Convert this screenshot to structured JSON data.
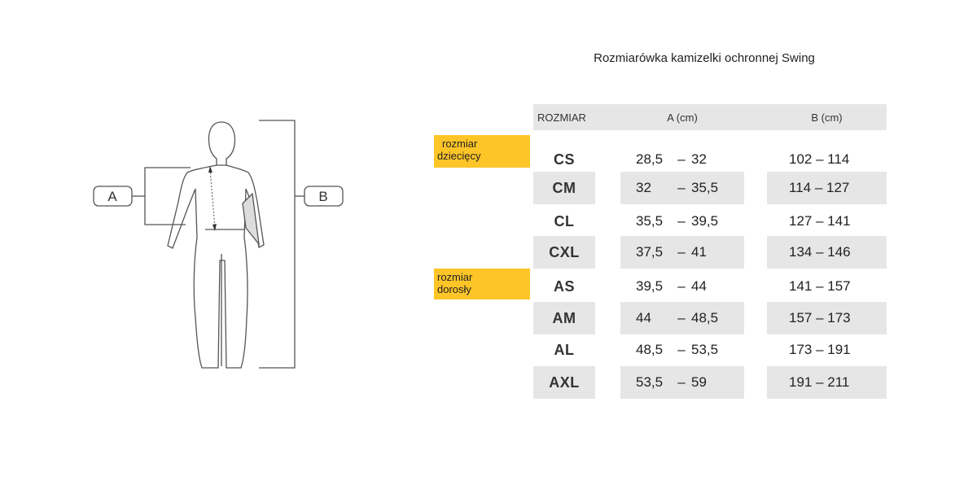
{
  "title": "Rozmiarówka kamizelki ochronnej Swing",
  "figure": {
    "label_a": "A",
    "label_b": "B"
  },
  "tags": {
    "child": [
      "rozmiar",
      "dziecięcy"
    ],
    "adult": [
      "rozmiar",
      "dorosły"
    ]
  },
  "table": {
    "headers": [
      "ROZMIAR",
      "A (cm)",
      "B (cm)"
    ],
    "rows": [
      {
        "size": "CS",
        "a_min": "28,5",
        "a_max": "32",
        "b": "102 – 114"
      },
      {
        "size": "CM",
        "a_min": "32",
        "a_max": "35,5",
        "b": "114 – 127"
      },
      {
        "size": "CL",
        "a_min": "35,5",
        "a_max": "39,5",
        "b": "127 – 141"
      },
      {
        "size": "CXL",
        "a_min": "37,5",
        "a_max": "41",
        "b": "134 – 146"
      },
      {
        "size": "AS",
        "a_min": "39,5",
        "a_max": "44",
        "b": "141 – 157"
      },
      {
        "size": "AM",
        "a_min": "44",
        "a_max": "48,5",
        "b": "157 – 173"
      },
      {
        "size": "AL",
        "a_min": "48,5",
        "a_max": "53,5",
        "b": "173 – 191"
      },
      {
        "size": "AXL",
        "a_min": "53,5",
        "a_max": "59",
        "b": "191 – 211"
      }
    ]
  },
  "colors": {
    "tag": "#fdc527",
    "band": "#e6e6e6"
  }
}
